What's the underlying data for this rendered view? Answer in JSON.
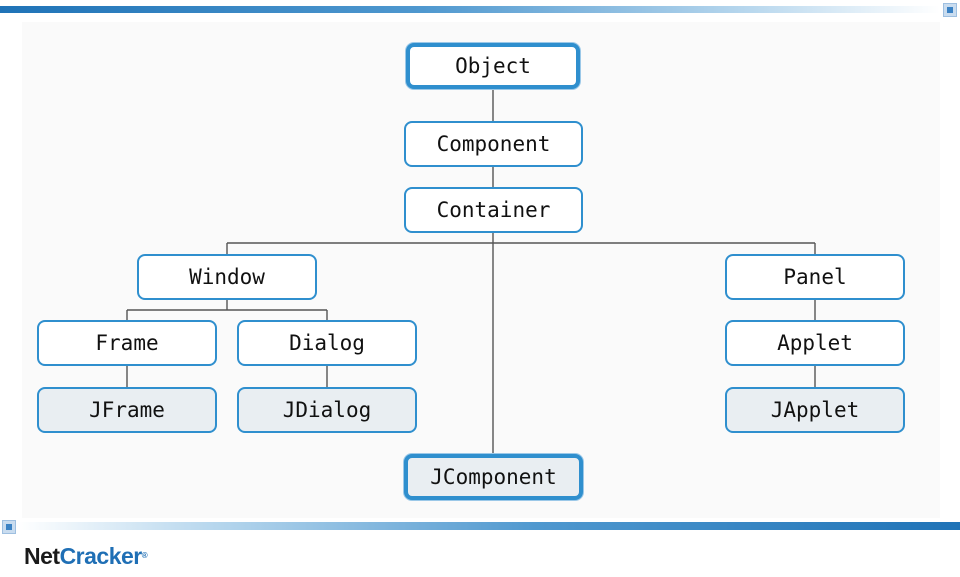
{
  "diagram": {
    "nodes": {
      "object": "Object",
      "component": "Component",
      "container": "Container",
      "window": "Window",
      "panel": "Panel",
      "frame": "Frame",
      "dialog": "Dialog",
      "applet": "Applet",
      "jframe": "JFrame",
      "jdialog": "JDialog",
      "japplet": "JApplet",
      "jcomponent": "JComponent"
    },
    "edges": [
      [
        "Object",
        "Component"
      ],
      [
        "Component",
        "Container"
      ],
      [
        "Container",
        "Window"
      ],
      [
        "Container",
        "Panel"
      ],
      [
        "Container",
        "JComponent"
      ],
      [
        "Window",
        "Frame"
      ],
      [
        "Window",
        "Dialog"
      ],
      [
        "Frame",
        "JFrame"
      ],
      [
        "Dialog",
        "JDialog"
      ],
      [
        "Panel",
        "Applet"
      ],
      [
        "Applet",
        "JApplet"
      ]
    ],
    "colors": {
      "node_border": "#2f8fce",
      "swing_node_fill": "#e9eef2",
      "connector": "#555555"
    }
  },
  "footer": {
    "logo_part1": "Net",
    "logo_part2": "Cracker",
    "logo_mark": "®"
  }
}
